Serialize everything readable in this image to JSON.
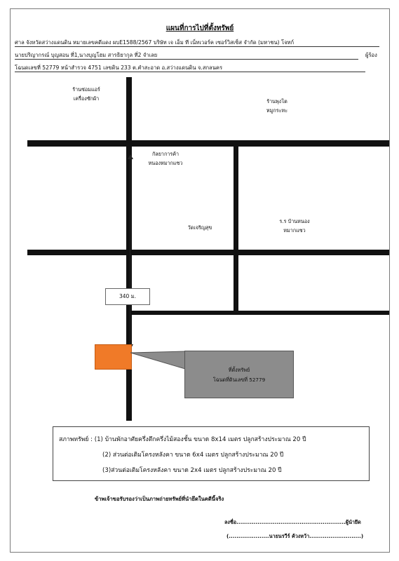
{
  "title": "แผนที่การไปที่ตั้งทรัพย์",
  "header": {
    "line1": "ศาล จังหวัดสว่างแดนดิน หมายเลขคดีแดง ผบE1588/2567 บริษัท เจ เอ็ม ที เน็ทเวอร์ค เซอร์วิสเซ็ส จำกัด (มหาชน) โจทก์",
    "line2_left": "นายปริญากรณ์ บุญสอน ที่1,นางบุญโฮม สารธิยากุล ที่2 จำเลย",
    "line2_right": "ผู้ร้อง",
    "line3": "โฉนดเลขที่ 52779 หน้าสำรวจ 4751 เลขดิน 233 ต.คำสะอาด อ.สว่างแดนดิน จ.สกลนคร"
  },
  "map": {
    "landmarks": [
      {
        "line1": "ร้านซ่อมแอร์",
        "line2": "เครื่องซักผ้า"
      },
      {
        "line1": "ร้านพุงโต",
        "line2": "หมูกระทะ"
      },
      {
        "line1": "กัลยาการค้า",
        "line2": "หนองหมากแซว"
      },
      {
        "line1": "วัดเจริญสุข",
        "line2": ""
      },
      {
        "line1": "ร.ร บ้านหนอง",
        "line2": "หมากแซว"
      }
    ],
    "distance": "340 ม.",
    "property_callout": {
      "line1": "ที่ตั้งทรัพย์",
      "line2": "โฉนดที่ดินเลขที่ 52779"
    },
    "colors": {
      "road": "#111111",
      "plot": "#f07a28",
      "callout": "#8c8c8c"
    }
  },
  "status": {
    "line1": "สภาพทรัพย์ : (1) บ้านพักอาศัยครึ่งตึกครึ่งไม้สองชั้น ขนาด 8x14 เมตร ปลูกสร้างประมาณ 20 ปี",
    "line2": "(2) ส่วนต่อเติมโครงหลังคา ขนาด 6x4 เมตร ปลูกสร้างประมาณ 20 ปี",
    "line3": "(3)ส่วนต่อเติมโครงหลังคา ขนาด 2x4 เมตร ปลูกสร้างประมาณ 20 ปี"
  },
  "certification": "ข้าพเจ้าขอรับรองว่าเป็นภาพถ่ายทรัพย์ที่นำยึดในคดีนี้จริง",
  "signature": {
    "line1": "ลงชื่อ.........................................................ผู้นำยึด",
    "line2": "(.....................นายนรวีร์ ค้วงหว้า...........................)"
  }
}
